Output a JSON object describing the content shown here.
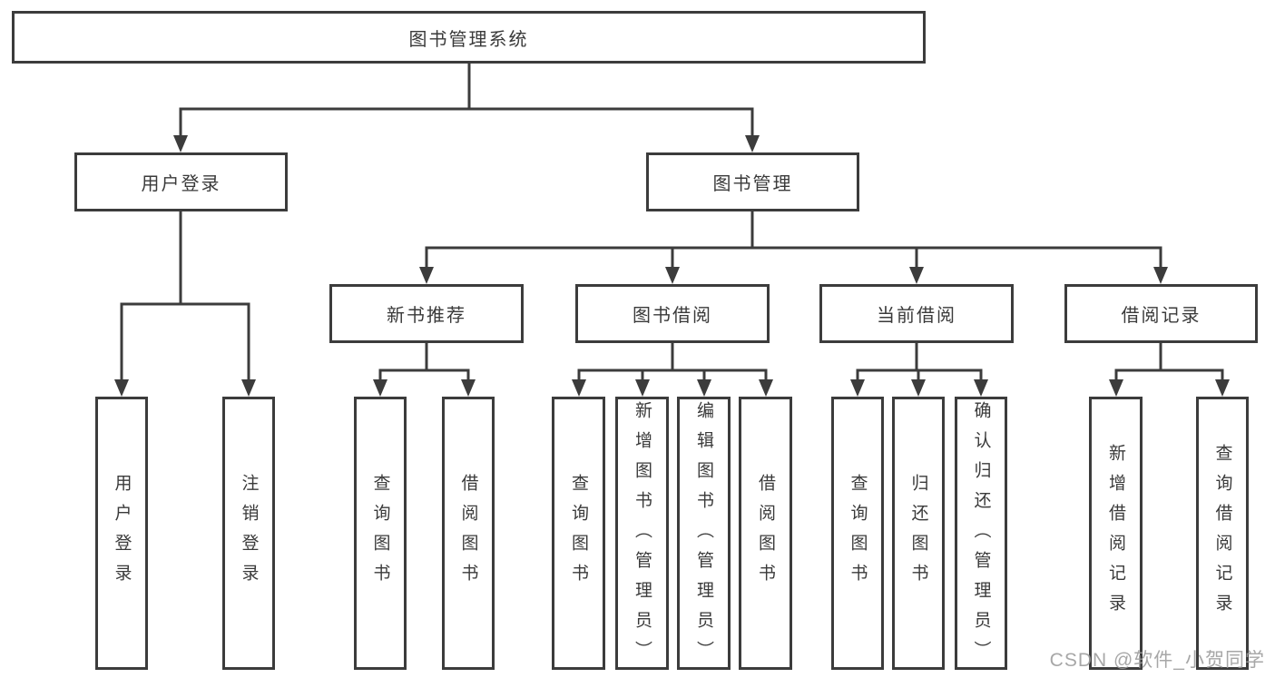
{
  "tree": {
    "label": "图书管理系统",
    "children": [
      {
        "label": "用户登录",
        "children": [
          {
            "label": "用户登录"
          },
          {
            "label": "注销登录"
          }
        ]
      },
      {
        "label": "图书管理",
        "children": [
          {
            "label": "新书推荐",
            "children": [
              {
                "label": "查询图书"
              },
              {
                "label": "借阅图书"
              }
            ]
          },
          {
            "label": "图书借阅",
            "children": [
              {
                "label": "查询图书"
              },
              {
                "label": "新增图书（管理员）"
              },
              {
                "label": "编辑图书（管理员）"
              },
              {
                "label": "借阅图书"
              }
            ]
          },
          {
            "label": "当前借阅",
            "children": [
              {
                "label": "查询图书"
              },
              {
                "label": "归还图书"
              },
              {
                "label": "确认归还（管理员）"
              }
            ]
          },
          {
            "label": "借阅记录",
            "children": [
              {
                "label": "新增借阅记录"
              },
              {
                "label": "查询借阅记录"
              }
            ]
          }
        ]
      }
    ]
  },
  "watermark": {
    "text": "CSDN @软件_小贺同学"
  },
  "colors": {
    "line": "#3c3c3c",
    "text": "#3a3a3a",
    "watermark": "#9b9b9b",
    "bg": "#ffffff"
  }
}
